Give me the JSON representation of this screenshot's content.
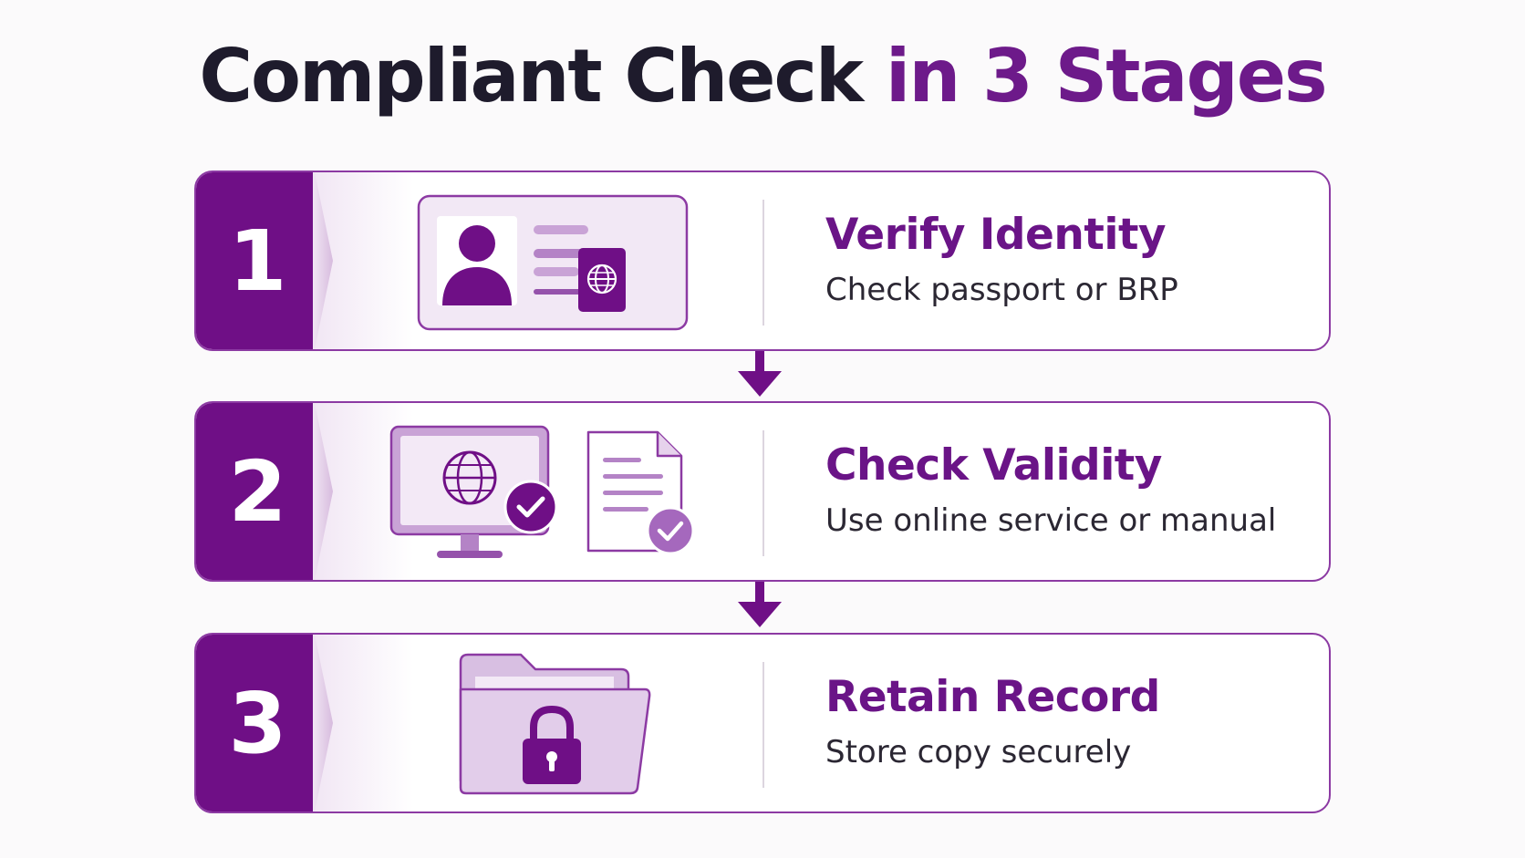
{
  "title": {
    "part1": "Compliant Check",
    "part2": "in 3 Stages"
  },
  "colors": {
    "primary": "#6f0f86",
    "accent_text": "#6a1487",
    "border": "#8c3aa3",
    "light": "#e6d2ec",
    "dark_text": "#1e1b2c"
  },
  "stages": [
    {
      "number": "1",
      "title": "Verify Identity",
      "description": "Check passport or BRP",
      "icons": [
        "id-card-icon",
        "passport-icon"
      ]
    },
    {
      "number": "2",
      "title": "Check Validity",
      "description": "Use online service or manual",
      "icons": [
        "monitor-globe-icon",
        "document-check-icon"
      ]
    },
    {
      "number": "3",
      "title": "Retain Record",
      "description": "Store copy securely",
      "icons": [
        "locked-folder-icon"
      ]
    }
  ]
}
